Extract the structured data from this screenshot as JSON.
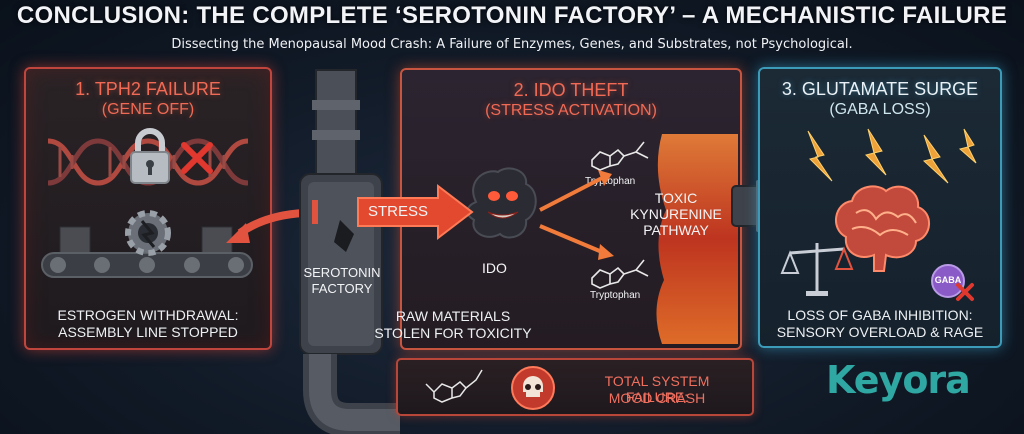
{
  "header": {
    "title": "CONCLUSION: THE COMPLETE ‘SEROTONIN FACTORY’ – A MECHANISTIC FAILURE",
    "subtitle": "Dissecting the Menopausal Mood Crash: A Failure of Enzymes, Genes, and Substrates, not Psychological."
  },
  "panels": [
    {
      "title": "1. TPH2 FAILURE",
      "subtitle": "(GENE OFF)",
      "caption_line1": "ESTROGEN WITHDRAWAL:",
      "caption_line2": "ASSEMBLY LINE STOPPED",
      "icons": [
        "dna-icon",
        "padlock-icon",
        "x-mark-icon",
        "conveyor-belt-icon",
        "broken-gear-icon"
      ]
    },
    {
      "title": "2. IDO THEFT",
      "subtitle": "(STRESS ACTIVATION)",
      "caption_line1": "RAW MATERIALS",
      "caption_line2": "STOLEN FOR TOXICITY",
      "stress_label": "STRESS",
      "enzyme_label": "IDO",
      "molecule_label_top": "Tryptophan",
      "molecule_label_bottom": "Tryptophan",
      "pathway_line1": "TOXIC",
      "pathway_line2": "KYNURENINE",
      "pathway_line3": "PATHWAY",
      "icons": [
        "ido-monster-icon",
        "tryptophan-molecule-icon",
        "fire-icon"
      ]
    },
    {
      "title": "3. GLUTAMATE SURGE",
      "subtitle": "(GABA LOSS)",
      "caption_line1": "LOSS OF GABA INHIBITION:",
      "caption_line2": "SENSORY OVERLOAD & RAGE",
      "gaba_badge": "GABA",
      "icons": [
        "brain-icon",
        "lightning-icon",
        "balance-scale-icon"
      ]
    }
  ],
  "factory": {
    "label_line1": "SEROTONIN",
    "label_line2": "FACTORY"
  },
  "failure": {
    "line1": "TOTAL SYSTEM FAILURE:",
    "line2": "MOOD CRASH",
    "icons": [
      "serotonin-molecule-icon",
      "skull-icon"
    ]
  },
  "brand": {
    "logo_text": "Keyora"
  },
  "colors": {
    "alert_red": "#e2533f",
    "panel_blue": "#3c9bb8",
    "brand_teal": "#2fa7a3"
  }
}
